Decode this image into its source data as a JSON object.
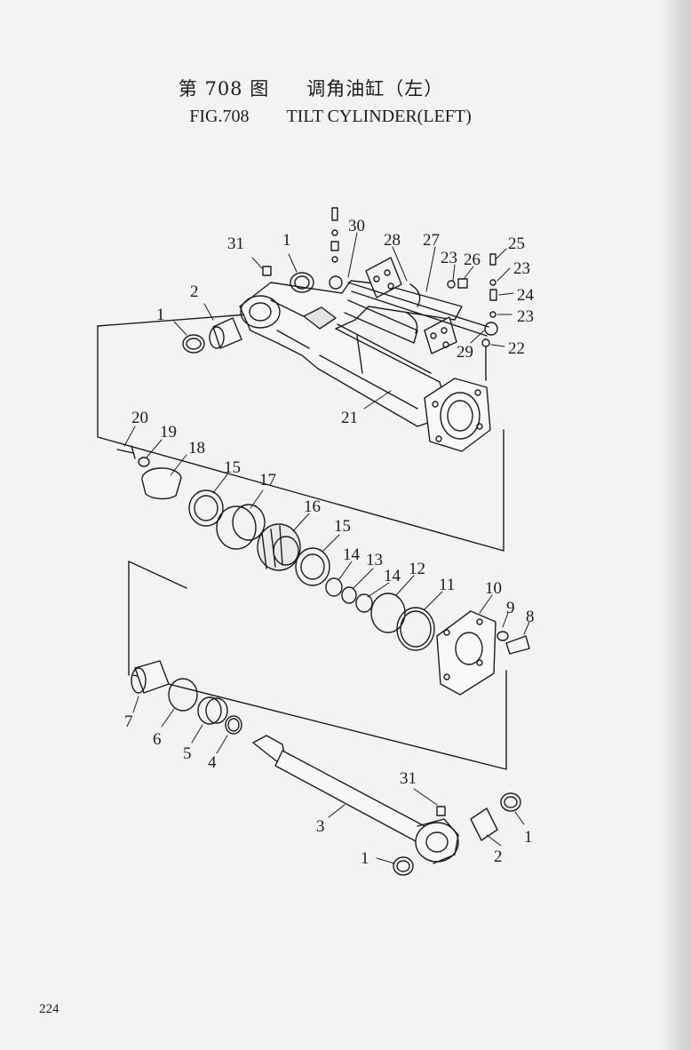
{
  "title": {
    "cn_fig": "第 708 图",
    "cn_name": "调角油缸（左）",
    "en_fig": "FIG.708",
    "en_name": "TILT CYLINDER(LEFT)"
  },
  "callouts": [
    "1",
    "2",
    "1",
    "31",
    "1",
    "30",
    "28",
    "27",
    "23",
    "26",
    "25",
    "23",
    "24",
    "23",
    "29",
    "22",
    "21",
    "20",
    "19",
    "18",
    "15",
    "17",
    "16",
    "15",
    "14",
    "13",
    "14",
    "12",
    "11",
    "10",
    "9",
    "8",
    "7",
    "6",
    "5",
    "4",
    "31",
    "3",
    "1",
    "2",
    "1"
  ],
  "page_number": "224"
}
